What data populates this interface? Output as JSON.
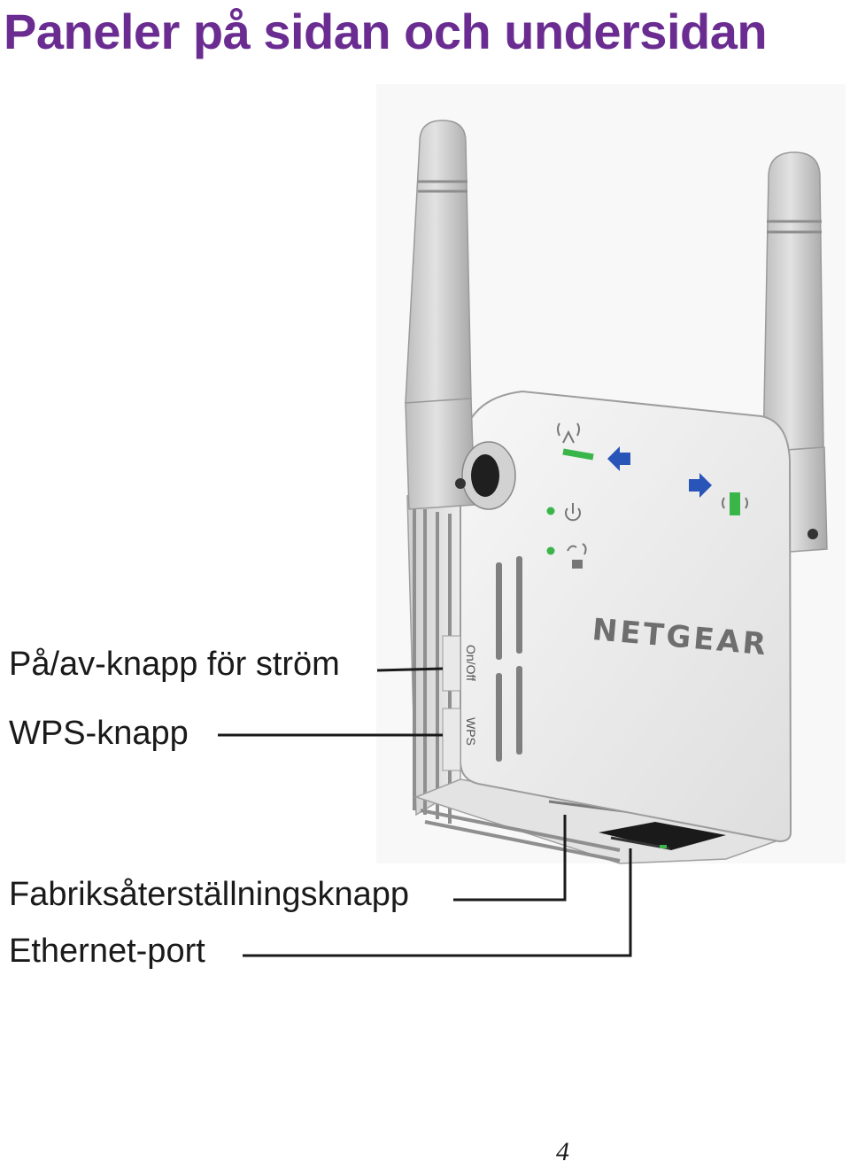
{
  "page": {
    "title": "Paneler på sidan och undersidan",
    "page_number": "4"
  },
  "device": {
    "brand": "NETGEAR",
    "side_labels": {
      "power": "On/Off",
      "wps": "WPS"
    },
    "colors": {
      "led_green": "#3ab54a",
      "arrow_blue": "#2a55b8",
      "title_purple": "#6a2c91"
    }
  },
  "callouts": [
    {
      "id": "power",
      "text": "På/av-knapp för ström"
    },
    {
      "id": "wps",
      "text": "WPS-knapp"
    },
    {
      "id": "reset",
      "text": "Fabriksåterställningsknapp"
    },
    {
      "id": "ethernet",
      "text": "Ethernet-port"
    }
  ]
}
